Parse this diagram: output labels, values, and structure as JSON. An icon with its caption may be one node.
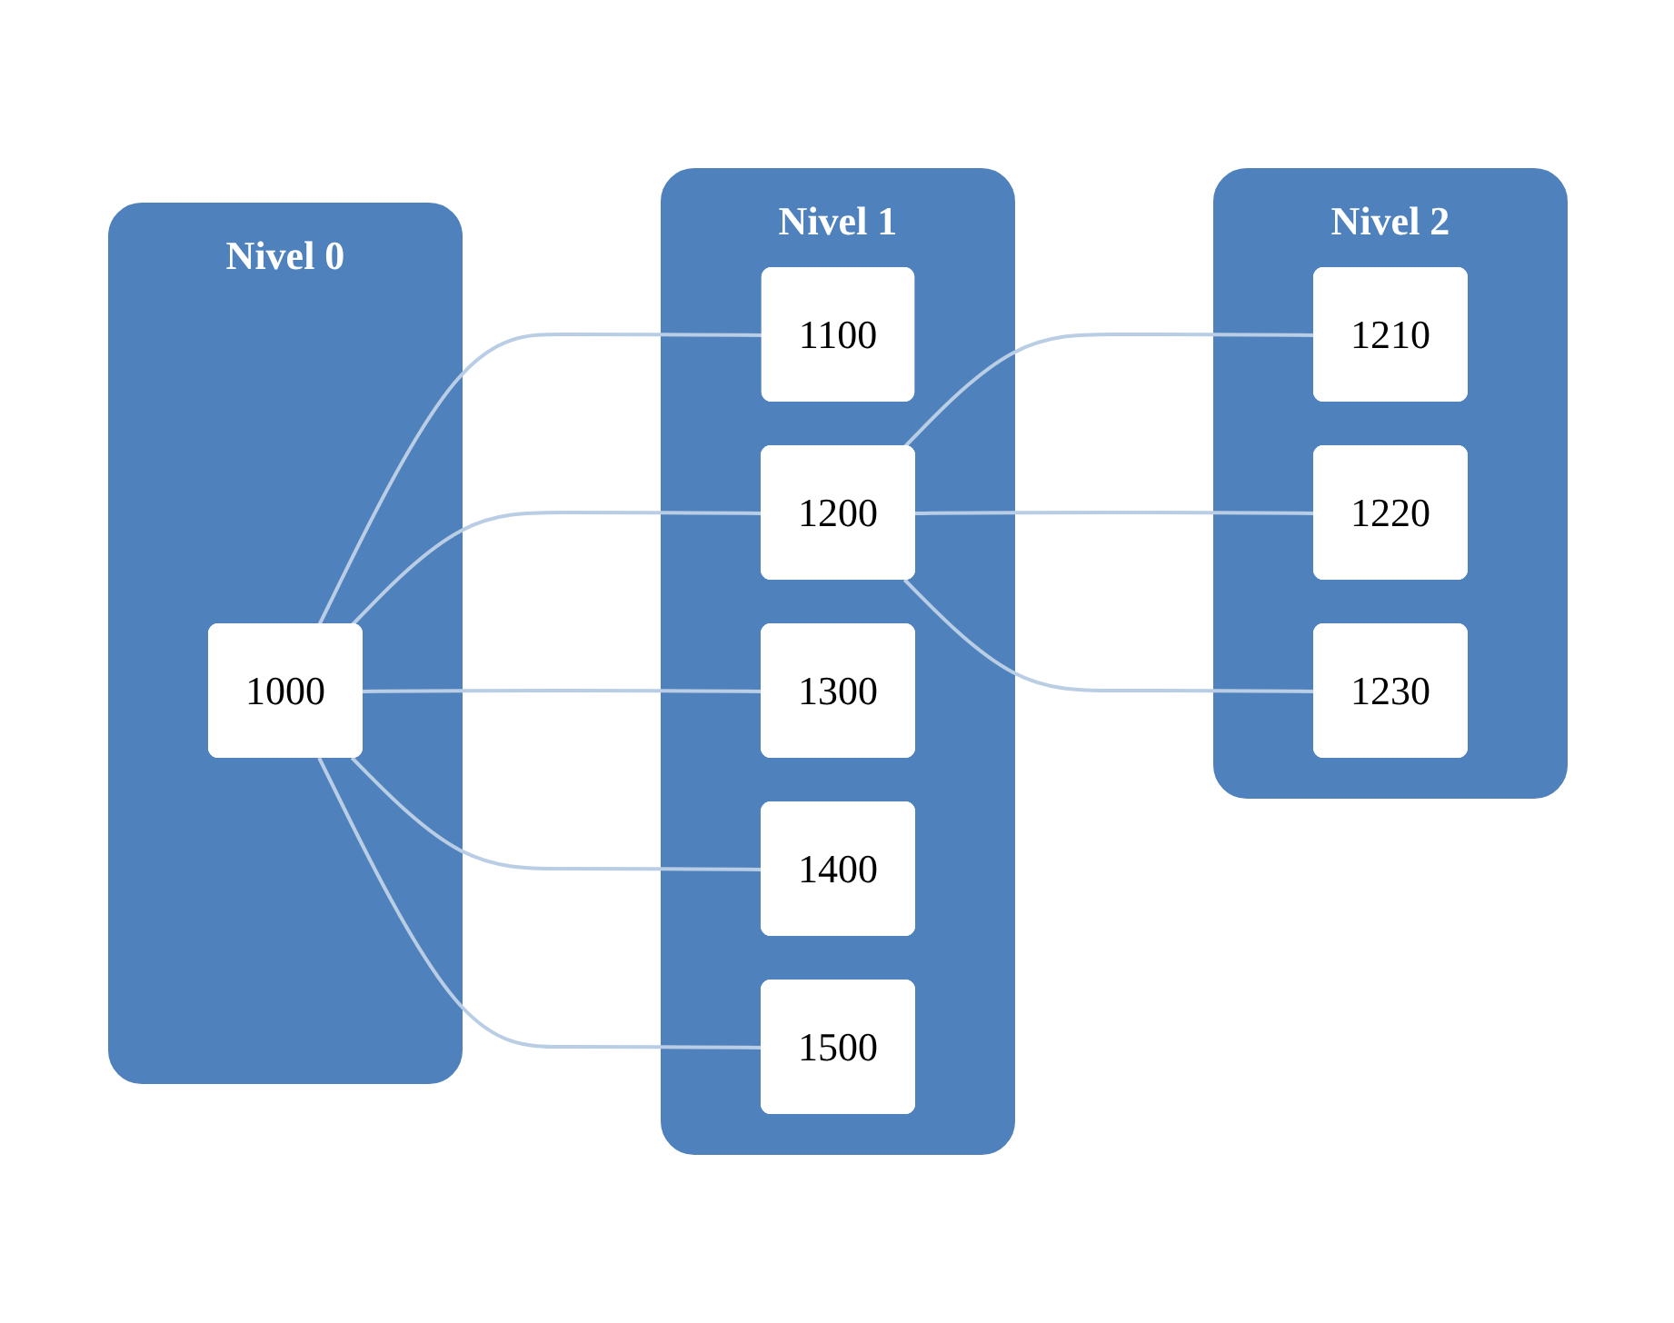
{
  "diagram": {
    "nodes": [
      {
        "text": [
          "Nivel 0"
        ]
      },
      {
        "text": [
          "Nivel 1"
        ]
      },
      {
        "text": [
          "Nivel 2"
        ]
      },
      {
        "text": [
          "1000"
        ],
        "in": 0
      },
      {
        "text": [
          "1100"
        ],
        "in": 1
      },
      {
        "text": [
          "1200"
        ],
        "in": 1
      },
      {
        "text": [
          "1300"
        ],
        "in": 1
      },
      {
        "text": [
          "1400"
        ],
        "in": 1
      },
      {
        "text": [
          "1500"
        ],
        "in": 1
      },
      {
        "text": [
          "1210"
        ],
        "in": 2
      },
      {
        "text": [
          "1220"
        ],
        "in": 2
      },
      {
        "text": [
          "1230"
        ],
        "in": 2
      }
    ],
    "edges": [
      {
        "from": 3,
        "to": 4,
        "arrow": "none"
      },
      {
        "from": 3,
        "to": 5,
        "arrow": "none"
      },
      {
        "from": 3,
        "to": 6,
        "arrow": "none"
      },
      {
        "from": 3,
        "to": 7,
        "arrow": "none"
      },
      {
        "from": 3,
        "to": 8,
        "arrow": "none"
      },
      {
        "from": 5,
        "to": 9,
        "arrow": "none"
      },
      {
        "from": 5,
        "to": 10,
        "arrow": "none"
      },
      {
        "from": 5,
        "to": 11,
        "arrow": "none"
      }
    ]
  }
}
